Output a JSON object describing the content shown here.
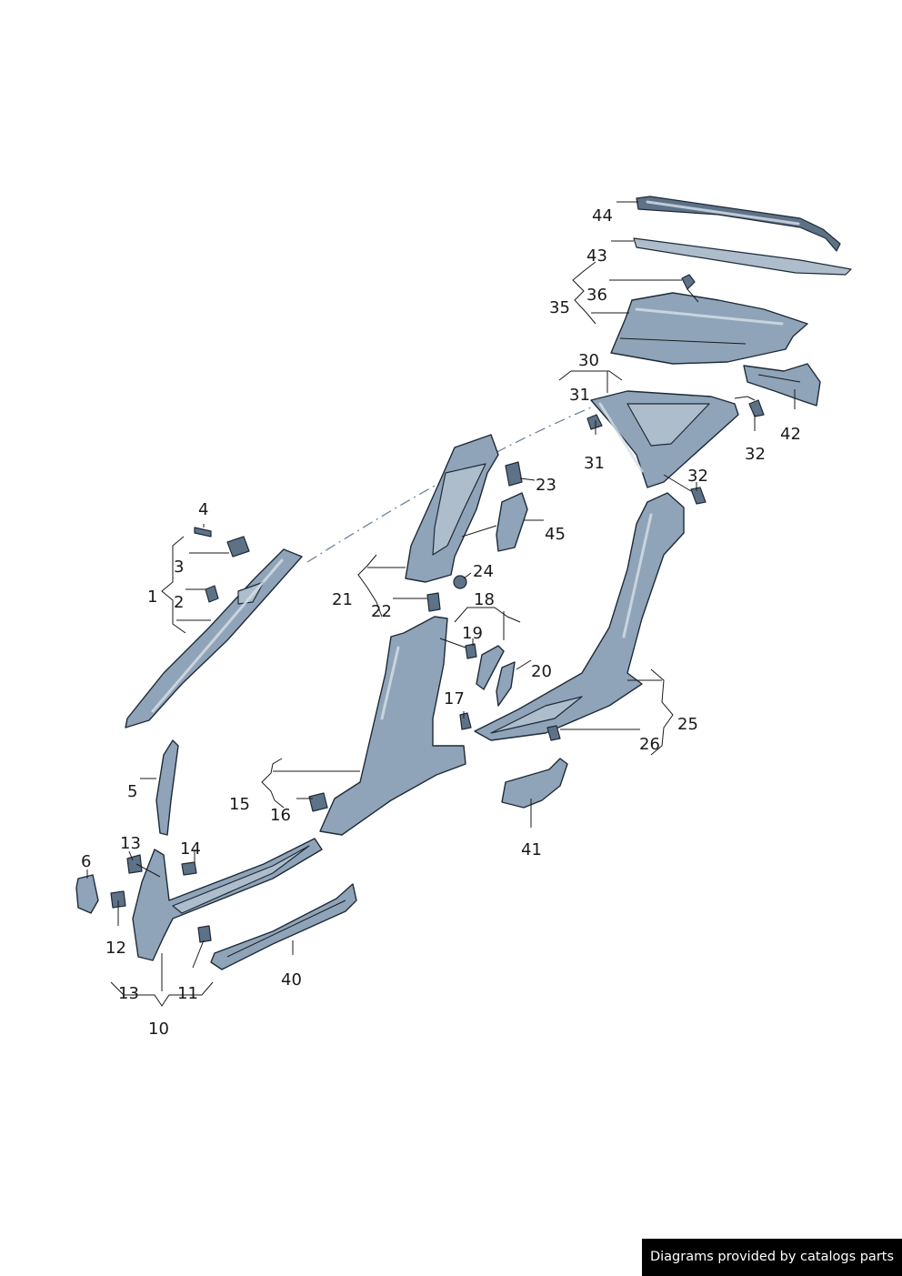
{
  "credit": "Diagrams provided by catalogs parts",
  "callouts": [
    {
      "id": "44",
      "text": "44"
    },
    {
      "id": "43",
      "text": "43"
    },
    {
      "id": "36",
      "text": "36"
    },
    {
      "id": "35",
      "text": "35"
    },
    {
      "id": "30",
      "text": "30"
    },
    {
      "id": "31a",
      "text": "31"
    },
    {
      "id": "31b",
      "text": "31"
    },
    {
      "id": "42",
      "text": "42"
    },
    {
      "id": "32a",
      "text": "32"
    },
    {
      "id": "32b",
      "text": "32"
    },
    {
      "id": "23",
      "text": "23"
    },
    {
      "id": "45",
      "text": "45"
    },
    {
      "id": "24",
      "text": "24"
    },
    {
      "id": "21",
      "text": "21"
    },
    {
      "id": "22",
      "text": "22"
    },
    {
      "id": "18",
      "text": "18"
    },
    {
      "id": "19",
      "text": "19"
    },
    {
      "id": "20",
      "text": "20"
    },
    {
      "id": "17",
      "text": "17"
    },
    {
      "id": "25",
      "text": "25"
    },
    {
      "id": "26",
      "text": "26"
    },
    {
      "id": "4",
      "text": "4"
    },
    {
      "id": "3",
      "text": "3"
    },
    {
      "id": "1",
      "text": "1"
    },
    {
      "id": "2",
      "text": "2"
    },
    {
      "id": "5",
      "text": "5"
    },
    {
      "id": "15",
      "text": "15"
    },
    {
      "id": "16",
      "text": "16"
    },
    {
      "id": "41",
      "text": "41"
    },
    {
      "id": "13a",
      "text": "13"
    },
    {
      "id": "14",
      "text": "14"
    },
    {
      "id": "6",
      "text": "6"
    },
    {
      "id": "12",
      "text": "12"
    },
    {
      "id": "40",
      "text": "40"
    },
    {
      "id": "13b",
      "text": "13"
    },
    {
      "id": "11",
      "text": "11"
    },
    {
      "id": "10",
      "text": "10"
    }
  ]
}
